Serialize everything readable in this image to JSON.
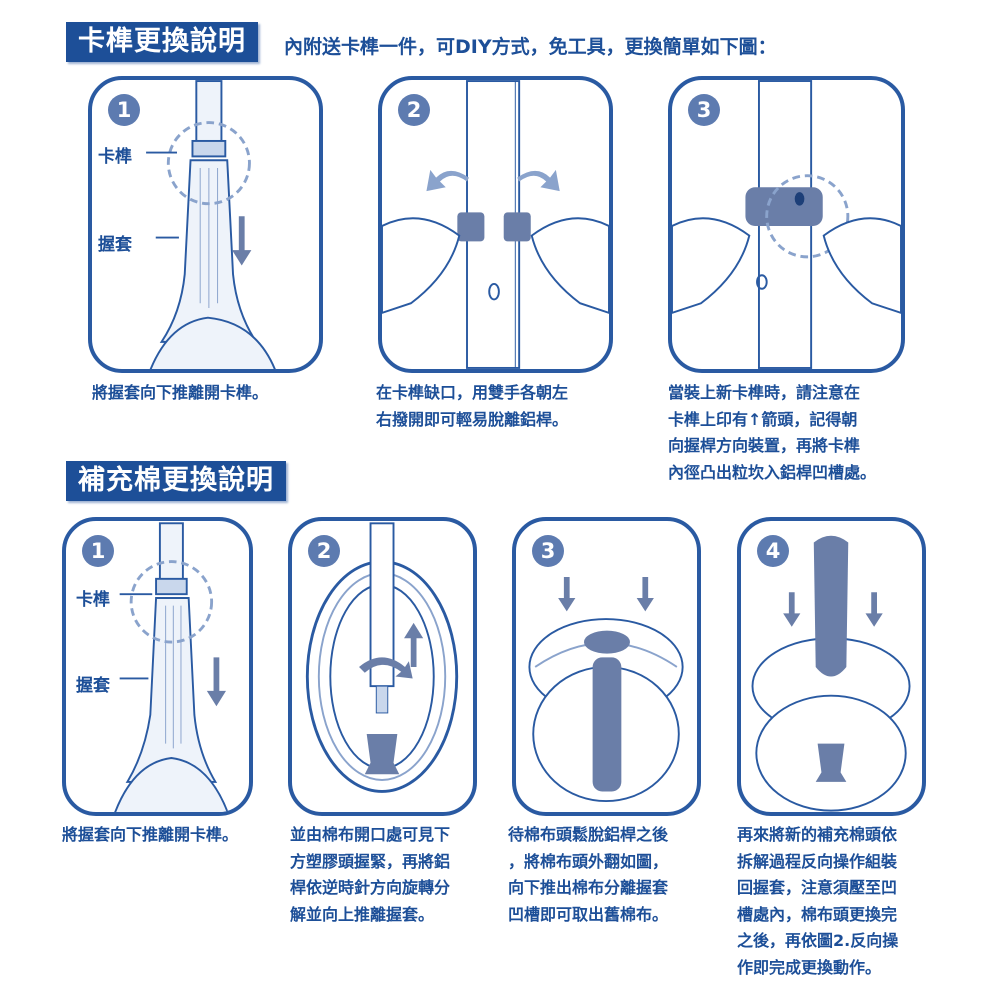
{
  "section1": {
    "title": "卡榫更換說明",
    "intro": "內附送卡榫一件，可DIY方式，免工具，更換簡單如下圖：",
    "steps": [
      {
        "number": "1",
        "labels": [
          "卡榫",
          "握套"
        ],
        "caption": "將握套向下推離開卡榫。"
      },
      {
        "number": "2",
        "caption": "在卡榫缺口，用雙手各朝左\n右撥開即可輕易脫離鋁桿。"
      },
      {
        "number": "3",
        "caption": "當裝上新卡榫時，請注意在\n卡榫上印有↑箭頭，記得朝\n向握桿方向裝置，再將卡榫\n內徑凸出粒坎入鋁桿凹槽處。"
      }
    ]
  },
  "section2": {
    "title": "補充棉更換說明",
    "steps": [
      {
        "number": "1",
        "labels": [
          "卡榫",
          "握套"
        ],
        "caption": "將握套向下推離開卡榫。"
      },
      {
        "number": "2",
        "caption": "並由棉布開口處可見下\n方塑膠頭握緊，再將鋁\n桿依逆時針方向旋轉分\n解並向上推離握套。"
      },
      {
        "number": "3",
        "caption": "待棉布頭鬆脫鋁桿之後\n，將棉布頭外翻如圖，\n向下推出棉布分離握套\n凹槽即可取出舊棉布。"
      },
      {
        "number": "4",
        "caption": "再來將新的補充棉頭依\n拆解過程反向操作組裝\n回握套，注意須壓至凹\n槽處內，棉布頭更換完\n之後，再依圖2.反向操\n作即完成更換動作。"
      }
    ]
  },
  "colors": {
    "brand": "#1d4f98",
    "border": "#2a5aa2",
    "fill": "#c9d7ec",
    "dark": "#6a7ea8"
  }
}
